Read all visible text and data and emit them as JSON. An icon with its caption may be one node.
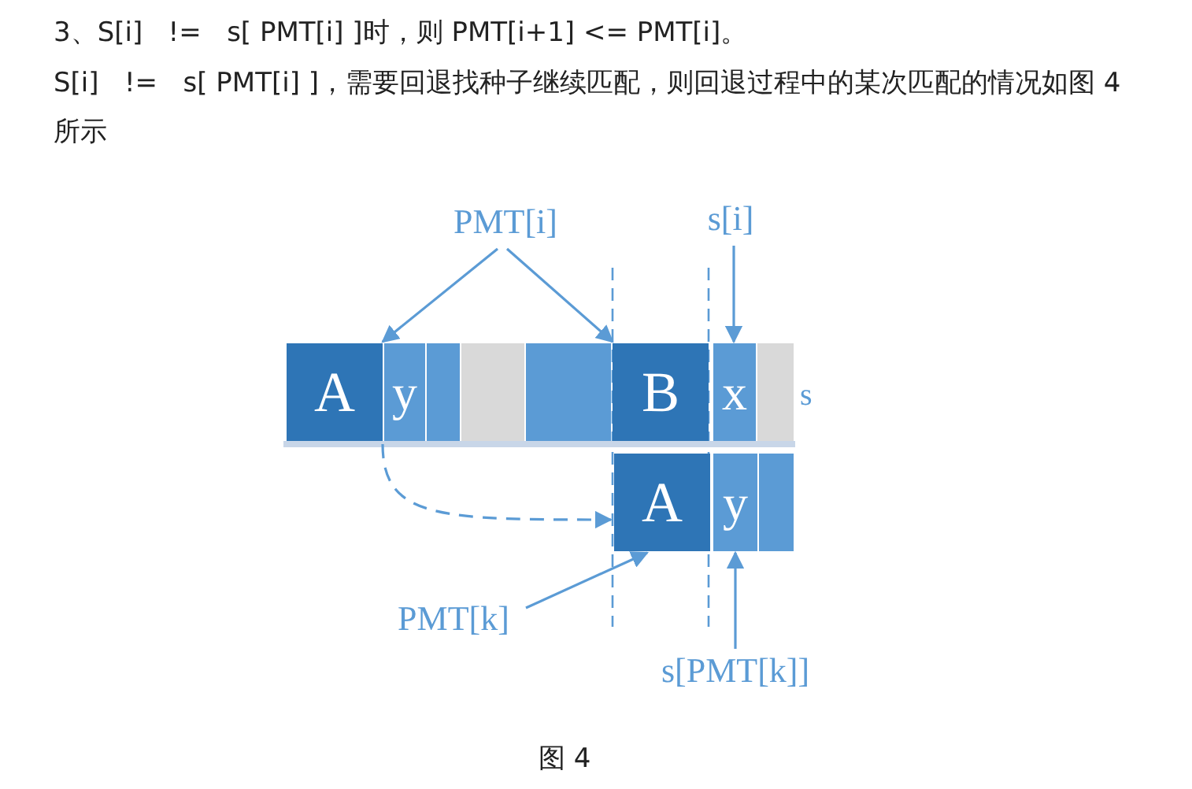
{
  "diagram": {
    "caption": "图 4",
    "nodes": [
      {
        "text": [
          "PMT[i]"
        ]
      },
      {
        "text": [
          "s[i]"
        ]
      },
      {
        "text": [
          "A"
        ]
      },
      {
        "text": [
          "y"
        ]
      },
      {
        "text": [],
        "shape": "box"
      },
      {
        "text": [],
        "shape": "box"
      },
      {
        "text": [],
        "shape": "box"
      },
      {
        "text": [
          "B"
        ]
      },
      {
        "text": [
          "x"
        ]
      },
      {
        "text": [],
        "shape": "box"
      },
      {
        "text": [
          "A"
        ]
      },
      {
        "text": [
          "y"
        ]
      },
      {
        "text": [],
        "shape": "box"
      },
      {
        "text": [
          "PMT[k]"
        ]
      },
      {
        "text": [
          "s[PMT[k]]"
        ]
      }
    ],
    "edges": [
      {
        "from": 0,
        "to": 2,
        "arrow": "to"
      },
      {
        "from": 0,
        "to": 7,
        "arrow": "to"
      },
      {
        "from": 1,
        "to": 8,
        "arrow": "to"
      },
      {
        "from": 2,
        "to": 10,
        "arrow": "to",
        "style": "dashed"
      },
      {
        "from": 13,
        "to": 10,
        "arrow": "to"
      },
      {
        "from": 14,
        "to": 11,
        "arrow": "to"
      }
    ],
    "labels": [
      "3、S[i]   !=   s[ PMT[i] ]时，则 PMT[i+1] <= PMT[i]。",
      "S[i]   !=   s[ PMT[i] ]，需要回退找种子继续匹配，则回退过程中的某次匹配的情况如图 4 所示",
      "s"
    ]
  }
}
